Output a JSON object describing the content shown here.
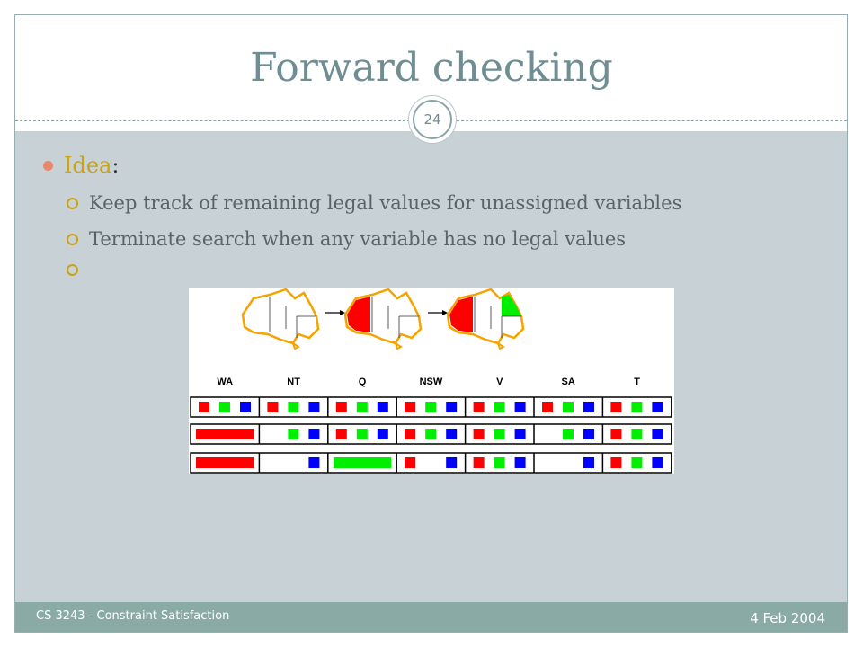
{
  "slide": {
    "title": "Forward checking",
    "page_number": "24",
    "bullet": {
      "label": "Idea",
      "suffix": ":"
    },
    "sub_bullets": [
      "Keep track of remaining legal values for unassigned variables",
      "Terminate search when any variable has no legal values",
      ""
    ]
  },
  "figure": {
    "variables": [
      "WA",
      "NT",
      "Q",
      "NSW",
      "V",
      "SA",
      "T"
    ],
    "colors": {
      "red": "#ff0000",
      "green": "#00ee00",
      "blue": "#0000ff",
      "outline": "#f4a300"
    },
    "domains": [
      [
        [
          "red",
          "green",
          "blue"
        ],
        [
          "red",
          "green",
          "blue"
        ],
        [
          "red",
          "green",
          "blue"
        ],
        [
          "red",
          "green",
          "blue"
        ],
        [
          "red",
          "green",
          "blue"
        ],
        [
          "red",
          "green",
          "blue"
        ],
        [
          "red",
          "green",
          "blue"
        ]
      ],
      [
        [
          "red*"
        ],
        [
          "green",
          "blue"
        ],
        [
          "red",
          "green",
          "blue"
        ],
        [
          "red",
          "green",
          "blue"
        ],
        [
          "red",
          "green",
          "blue"
        ],
        [
          "green",
          "blue"
        ],
        [
          "red",
          "green",
          "blue"
        ]
      ],
      [
        [
          "red*"
        ],
        [
          "blue"
        ],
        [
          "green*"
        ],
        [
          "red",
          "blue"
        ],
        [
          "red",
          "green",
          "blue"
        ],
        [
          "blue"
        ],
        [
          "red",
          "green",
          "blue"
        ]
      ]
    ]
  },
  "footer": {
    "course": "CS 3243 - Constraint Satisfaction",
    "date": "4 Feb 2004"
  }
}
